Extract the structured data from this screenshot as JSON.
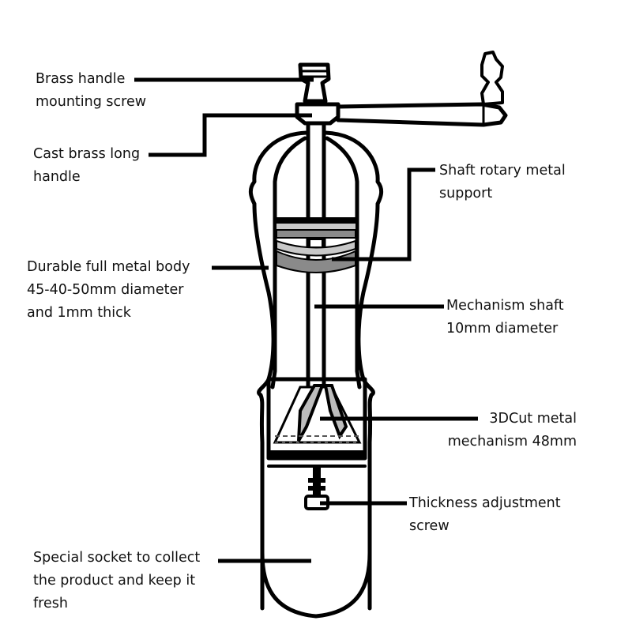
{
  "diagram": {
    "subject": "Manual grinder with crank handle",
    "colors": {
      "line": "#000000",
      "disc_light": "#c8c8c8",
      "disc_dark": "#8a8a8a",
      "blade": "#bdbdbd",
      "background": "#ffffff"
    },
    "labels": [
      {
        "id": "brass-handle-screw",
        "text": "Brass handle\nmounting screw"
      },
      {
        "id": "cast-brass-handle",
        "text": "Cast brass long\nhandle"
      },
      {
        "id": "shaft-rotary-support",
        "text": "Shaft rotary metal\nsupport"
      },
      {
        "id": "metal-body",
        "text": "Durable full metal body\n45-40-50mm diameter\nand 1mm thick"
      },
      {
        "id": "mechanism-shaft",
        "text": "Mechanism shaft\n10mm diameter"
      },
      {
        "id": "cut-mechanism",
        "text": "3DCut metal\nmechanism 48mm"
      },
      {
        "id": "adjustment-screw",
        "text": "Thickness adjustment\nscrew"
      },
      {
        "id": "collect-socket",
        "text": "Special socket to collect\nthe product and keep it\nfresh"
      }
    ]
  }
}
